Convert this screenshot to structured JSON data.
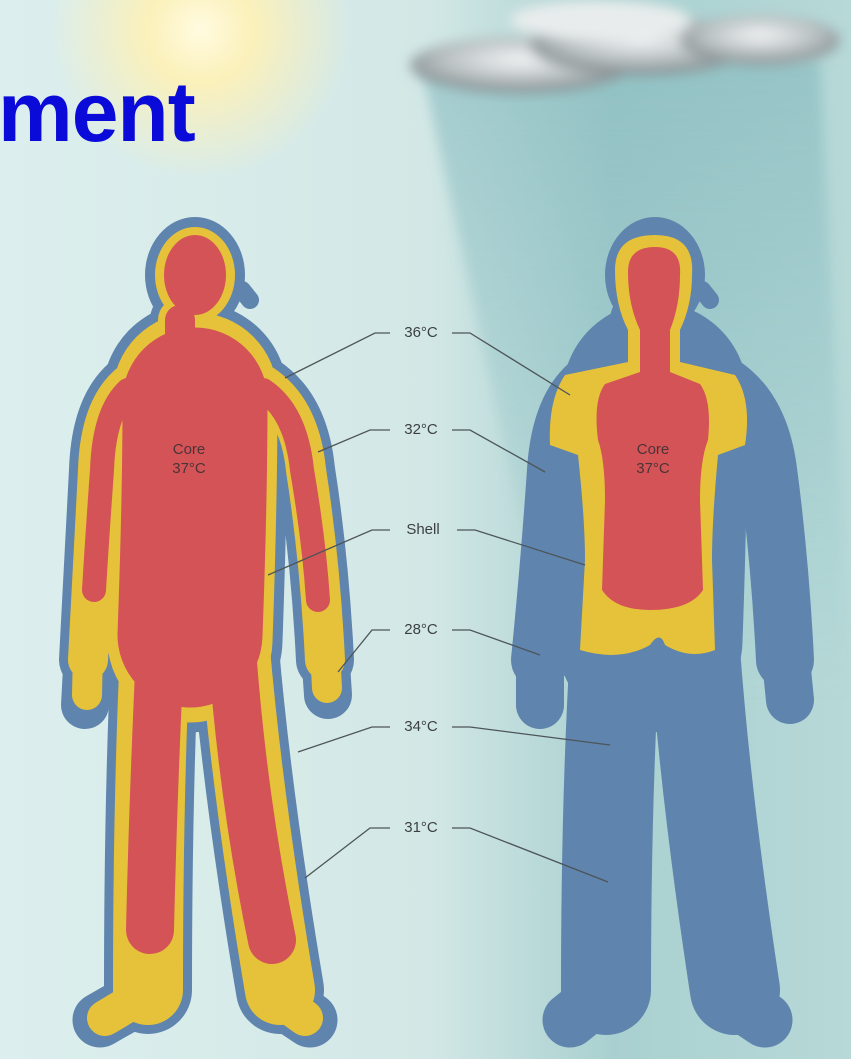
{
  "title": "ment",
  "labels": {
    "t36": "36°C",
    "t32": "32°C",
    "shell": "Shell",
    "t28": "28°C",
    "t34": "34°C",
    "t31": "31°C"
  },
  "left_body": {
    "core_label": "Core",
    "core_temp": "37°C"
  },
  "right_body": {
    "core_label": "Core",
    "core_temp": "37°C"
  },
  "colors": {
    "title": "#0b0bd9",
    "core": "#d45357",
    "shell_warm": "#e6c23a",
    "shell_cool": "#5f84ad",
    "background": "#d9ecea"
  },
  "icons": [
    "sun-icon",
    "rain-cloud-icon"
  ]
}
